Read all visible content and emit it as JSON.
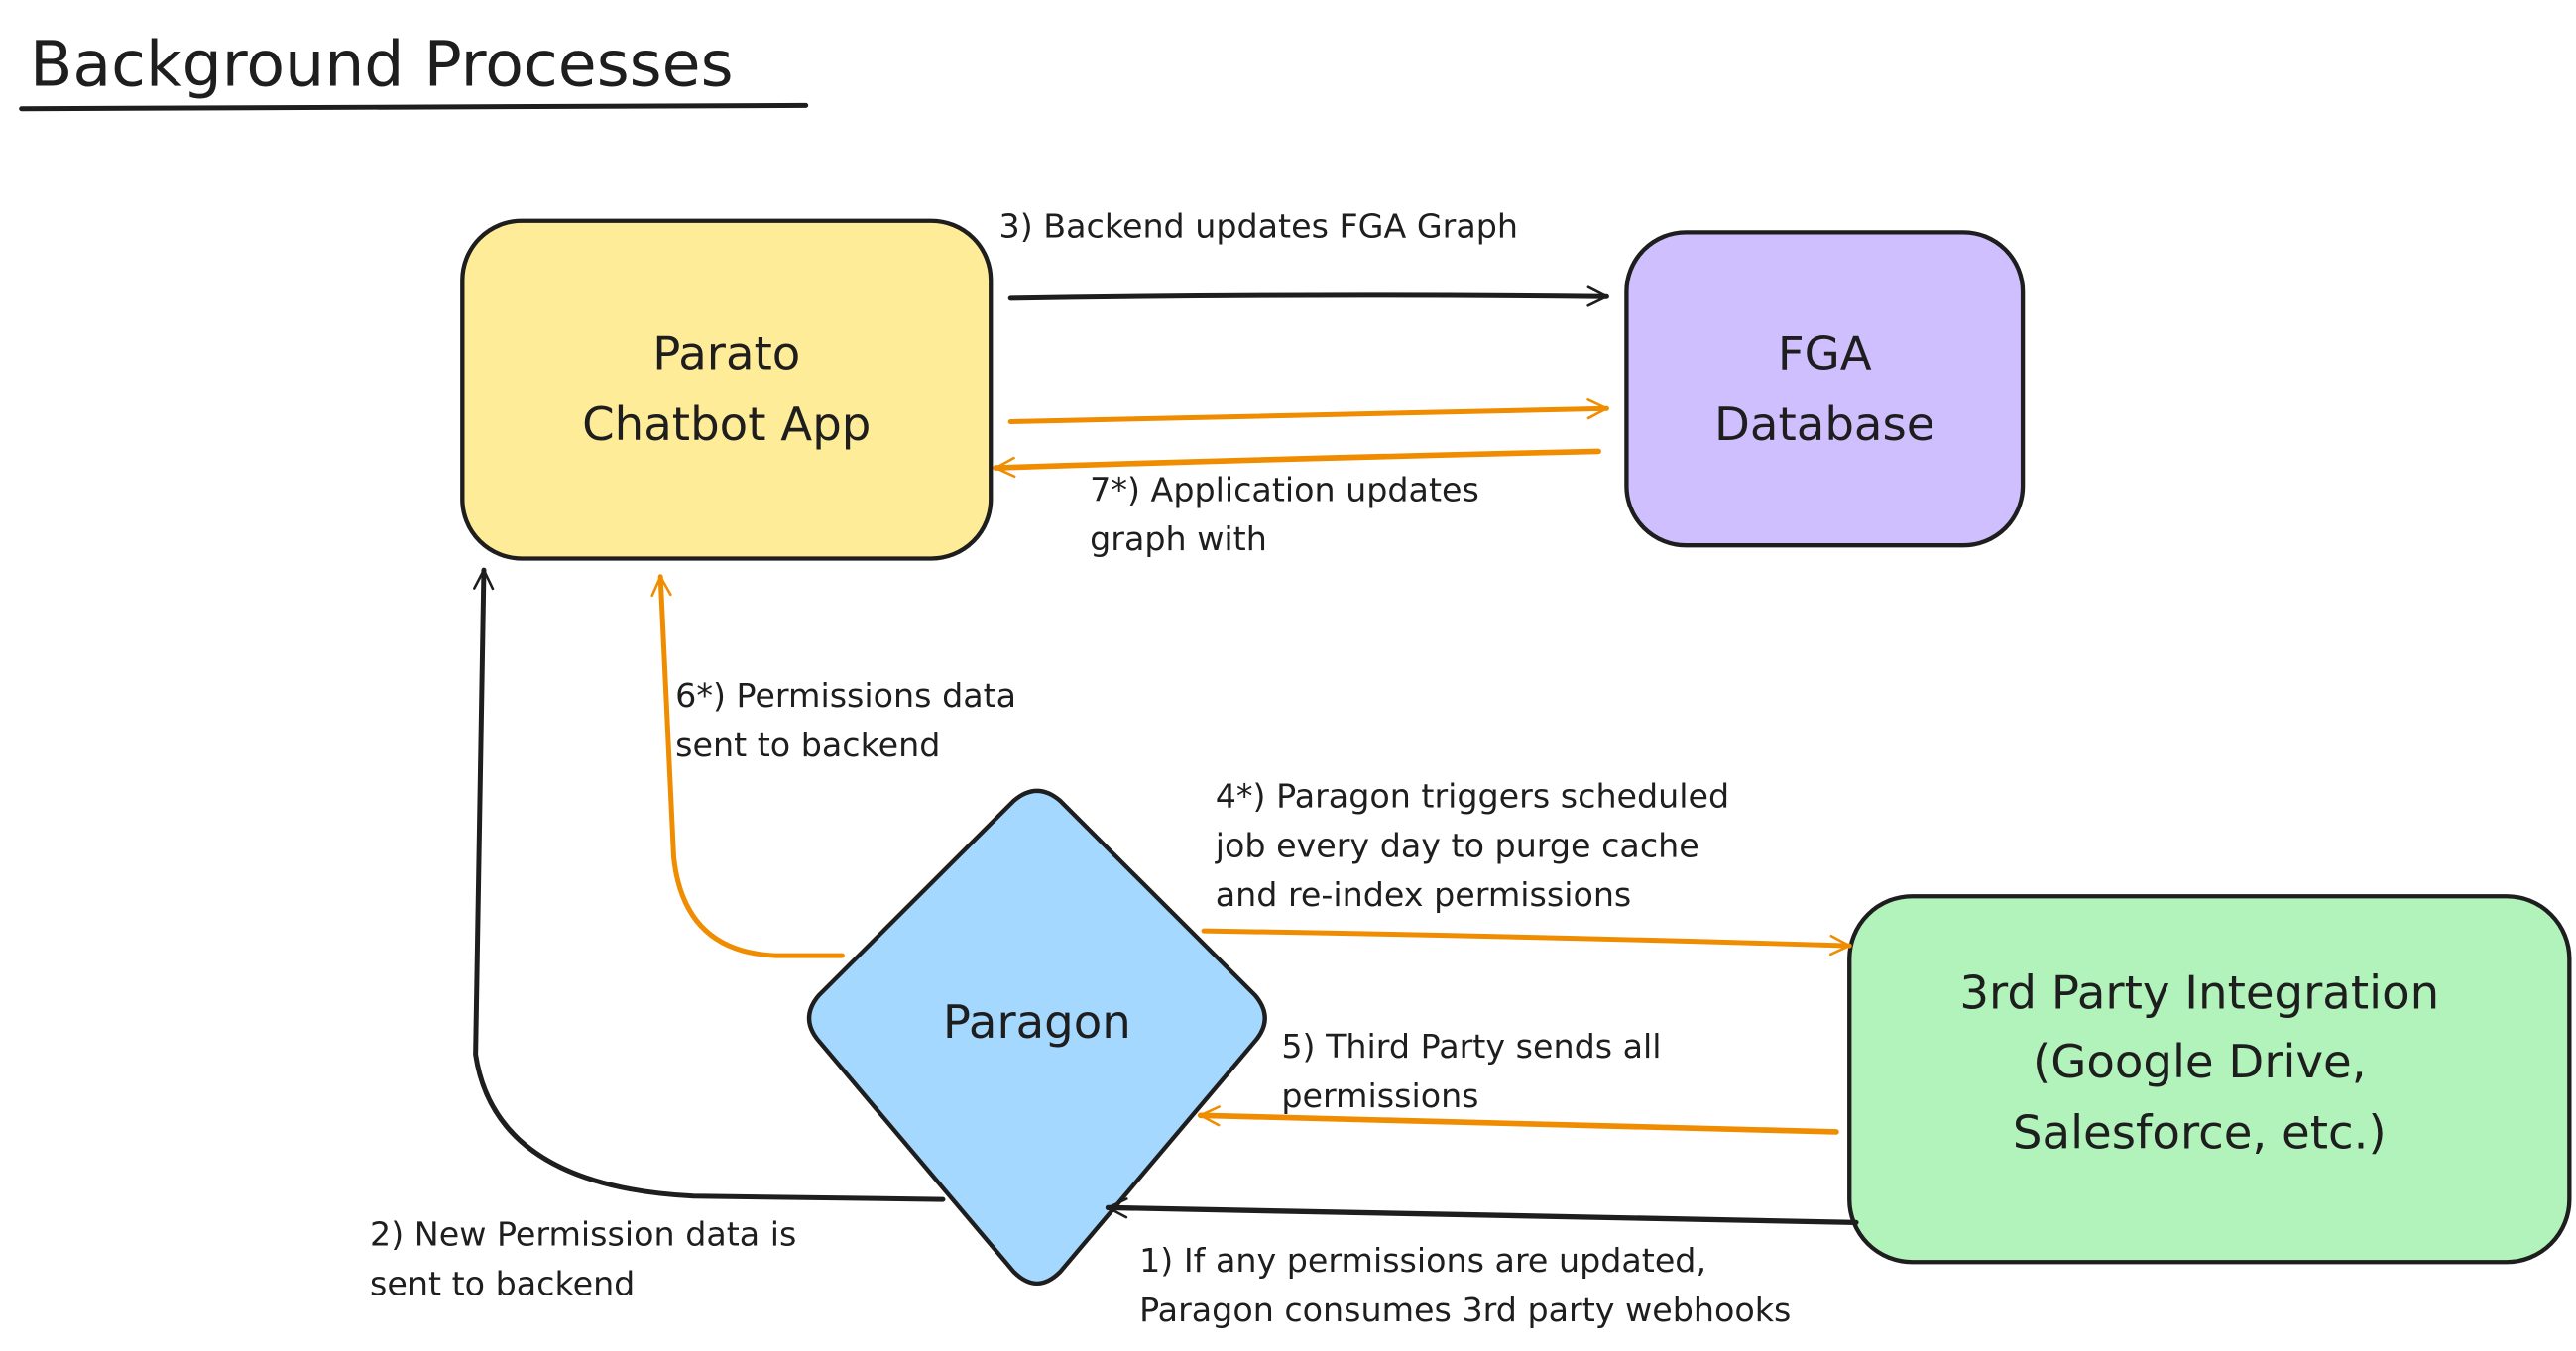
{
  "title": "Background Processes",
  "colors": {
    "ink": "#1e1e1e",
    "orange": "#f08c00",
    "parato_fill": "#ffec99",
    "fga_fill": "#d0bfff",
    "paragon_fill": "#a5d8ff",
    "third_party_fill": "#b2f2bb"
  },
  "nodes": {
    "parato": {
      "lines": [
        "Parato",
        "Chatbot App"
      ]
    },
    "fga": {
      "lines": [
        "FGA",
        "Database"
      ]
    },
    "paragon": {
      "lines": [
        "Paragon"
      ]
    },
    "third_party": {
      "lines": [
        "3rd Party Integration",
        "(Google Drive,",
        "Salesforce, etc.)"
      ]
    }
  },
  "edges": {
    "step1": {
      "lines": [
        "1) If any permissions are updated,",
        "Paragon consumes 3rd party webhooks"
      ]
    },
    "step2": {
      "lines": [
        "2) New Permission data is",
        "sent to backend"
      ]
    },
    "step3": {
      "lines": [
        "3) Backend updates FGA Graph"
      ]
    },
    "step4": {
      "lines": [
        "4*) Paragon triggers scheduled",
        "job every day to purge cache",
        "and re-index permissions"
      ]
    },
    "step5": {
      "lines": [
        "5) Third Party sends all",
        "permissions"
      ]
    },
    "step6": {
      "lines": [
        "6*) Permissions data",
        "sent to backend"
      ]
    },
    "step7": {
      "lines": [
        "7*) Application updates",
        "graph with"
      ]
    }
  }
}
